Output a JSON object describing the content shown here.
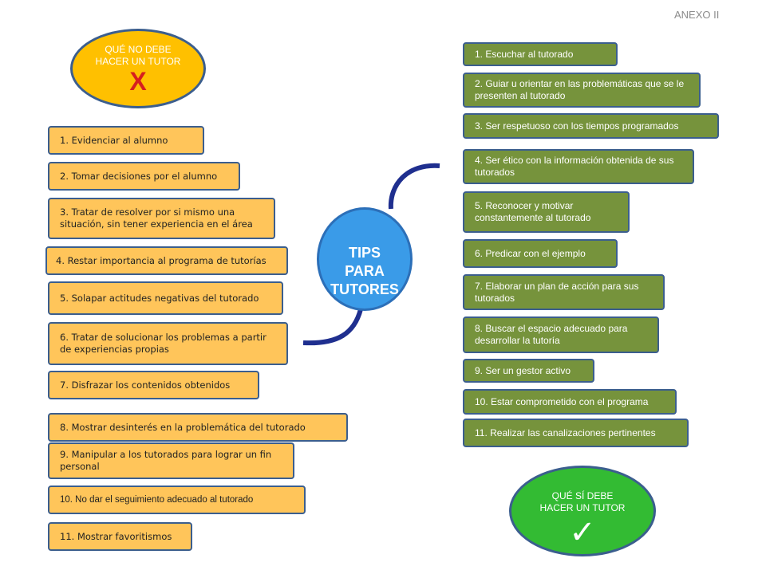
{
  "annex": "ANEXO II",
  "center": {
    "line1": "TIPS",
    "line2": "PARA",
    "line3": "TUTORES"
  },
  "no_section": {
    "title_line1": "QUÉ NO DEBE",
    "title_line2": "HACER UN TUTOR",
    "mark": "X",
    "items": [
      {
        "text": "1. Evidenciar al alumno"
      },
      {
        "text": "2. Tomar decisiones por el alumno"
      },
      {
        "text": "3. Tratar de resolver por si mismo una situación, sin tener experiencia en el área"
      },
      {
        "text": "4. Restar importancia al programa de tutorías"
      },
      {
        "text": "5. Solapar actitudes negativas del tutorado"
      },
      {
        "text": "6. Tratar de solucionar los problemas a partir de experiencias propias"
      },
      {
        "text": "7. Disfrazar los contenidos obtenidos"
      },
      {
        "text": "8. Mostrar desinterés en la problemática del tutorado"
      },
      {
        "text": "9. Manipular a los tutorados para lograr un fin personal"
      },
      {
        "text": "10. No dar el seguimiento adecuado al tutorado"
      },
      {
        "text": "11. Mostrar favoritismos"
      }
    ]
  },
  "yes_section": {
    "title_line1": "QUÉ SÍ DEBE",
    "title_line2": "HACER UN TUTOR",
    "mark": "✓",
    "items": [
      {
        "text": "1. Escuchar al tutorado"
      },
      {
        "text": "2. Guiar u orientar en las problemáticas que se le presenten al tutorado"
      },
      {
        "text": "3. Ser respetuoso con los tiempos programados"
      },
      {
        "text": "4. Ser ético con la información obtenida de sus tutorados"
      },
      {
        "text": "5. Reconocer y motivar constantemente al tutorado"
      },
      {
        "text": "6. Predicar con el ejemplo"
      },
      {
        "text": "7. Elaborar un plan de acción para sus tutorados"
      },
      {
        "text": "8. Buscar el espacio adecuado para desarrollar la tutoría"
      },
      {
        "text": "9. Ser un gestor activo"
      },
      {
        "text": "10. Estar comprometido con el programa"
      },
      {
        "text": "11. Realizar las canalizaciones pertinentes"
      }
    ]
  },
  "colors": {
    "no_box": "#ffc55a",
    "yes_box": "#76933c",
    "no_oval": "#ffc000",
    "yes_oval": "#33bb33",
    "center": "#3a9be8",
    "connector": "#1f2f8f"
  }
}
